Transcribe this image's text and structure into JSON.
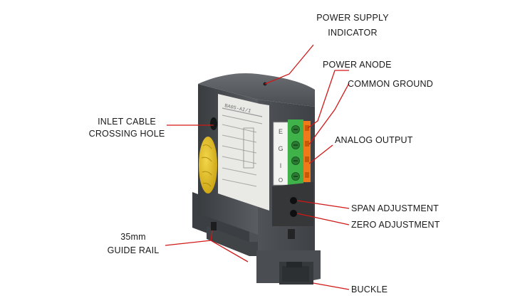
{
  "labels": {
    "power_supply_indicator": [
      "POWER SUPPLY",
      "INDICATOR"
    ],
    "power_anode": "POWER ANODE",
    "common_ground": "COMMON GROUND",
    "inlet_cable_hole": [
      "INLET CABLE",
      "CROSSING HOLE"
    ],
    "analog_output": "ANALOG OUTPUT",
    "span_adjustment": "SPAN ADJUSTMENT",
    "zero_adjustment": "ZERO ADJUSTMENT",
    "guide_rail": [
      "35mm",
      "GUIDE RAIL"
    ],
    "buckle": "BUCKLE"
  },
  "device_print": {
    "model": "BA05-AI/I",
    "terminal_labels": [
      "E",
      "G",
      "I",
      "O"
    ]
  },
  "colors": {
    "leader_line": "#d01818",
    "housing_dark": "#45484b",
    "housing_mid": "#5d6064",
    "face_plate": "#e9e9e6",
    "terminal_green": "#3fb24a",
    "terminal_orange": "#f07a1a",
    "seal_yellow": "#e8c21e"
  }
}
